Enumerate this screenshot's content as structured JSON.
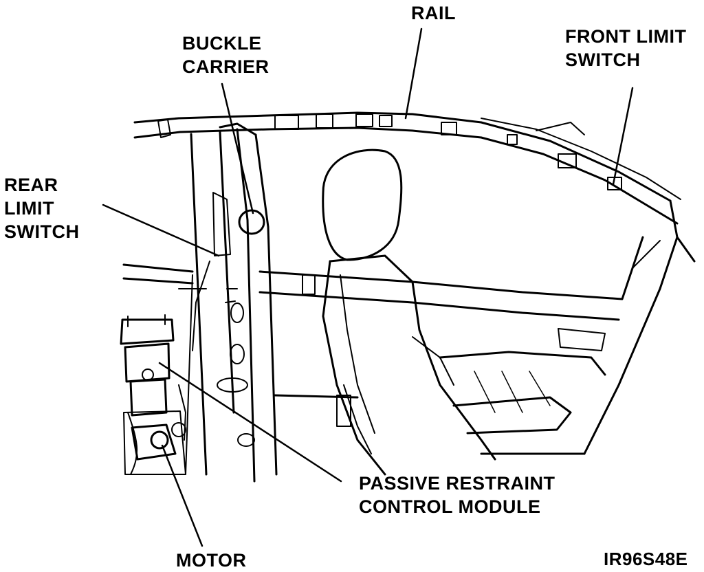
{
  "labels": {
    "rail": "RAIL",
    "buckle_carrier": [
      "BUCKLE",
      "CARRIER"
    ],
    "front_limit_switch": [
      "FRONT LIMIT",
      "SWITCH"
    ],
    "rear_limit_switch": [
      "REAR",
      "LIMIT",
      "SWITCH"
    ],
    "passive_restraint_control_module": [
      "PASSIVE RESTRAINT",
      "CONTROL MODULE"
    ],
    "motor": "MOTOR"
  },
  "figure_code": "IR96S48E",
  "colors": {
    "ink": "#000000",
    "paper": "#ffffff"
  }
}
